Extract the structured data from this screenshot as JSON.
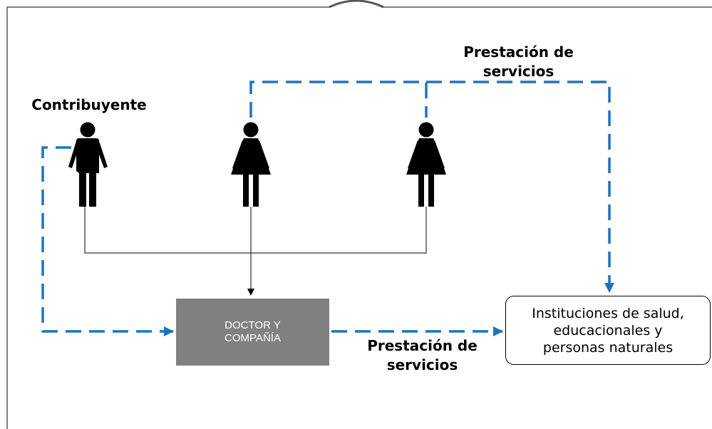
{
  "labels": {
    "contribuyente": "Contribuyente",
    "prestacion_top": "Prestación de servicios",
    "prestacion_bottom": "Prestación de servicios",
    "doctor_box": "DOCTOR Y COMPAÑÍA",
    "instituciones_box": "Instituciones de salud, educacionales y personas naturales"
  },
  "colors": {
    "dashed_arrow": "#1f73be",
    "solid_line": "#000000",
    "doctor_box_fill": "#808080",
    "doctor_box_text": "#ffffff",
    "person_icon": "#000000"
  },
  "icons": [
    "man-icon",
    "woman-icon",
    "woman-icon"
  ]
}
